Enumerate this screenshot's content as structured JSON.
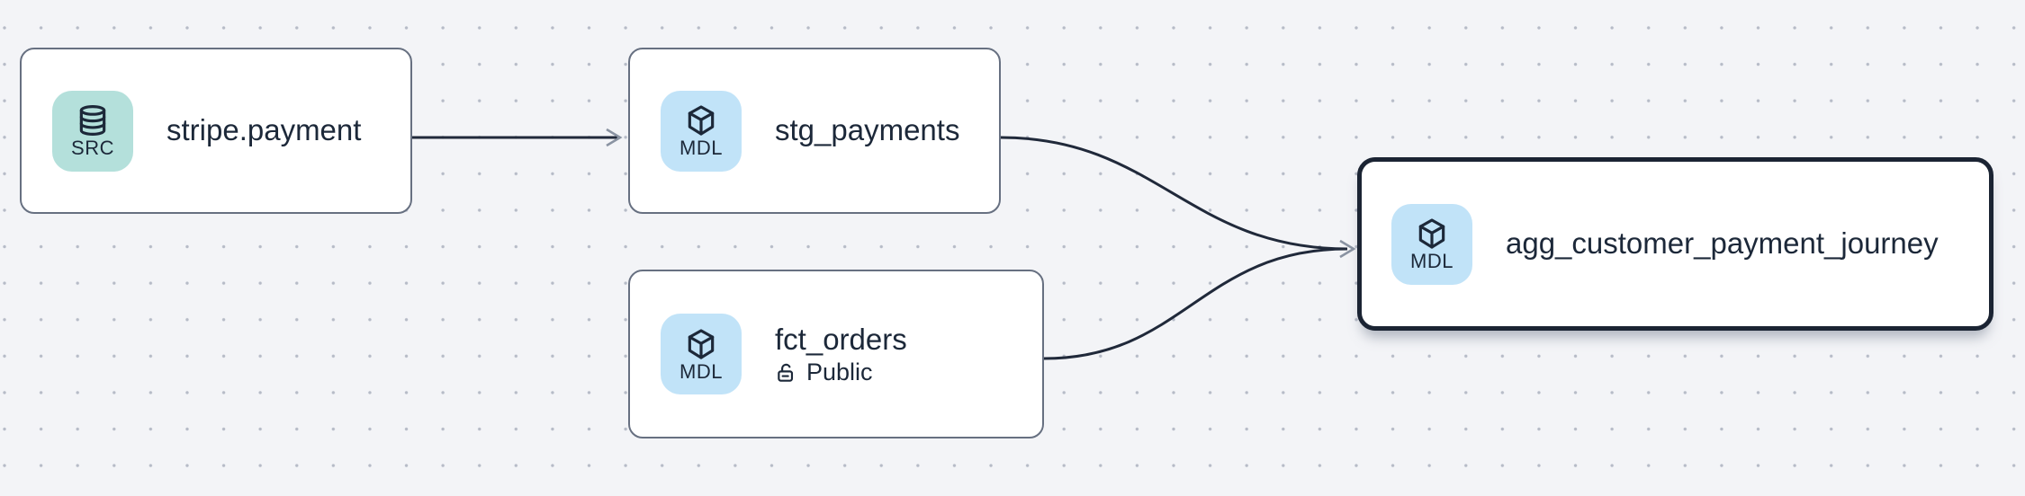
{
  "canvas": {
    "background": "#f3f4f7",
    "dot_color": "#b6bbc7"
  },
  "colors": {
    "node_border": "#677081",
    "selected_node_border": "#1b2433",
    "node_background": "#ffffff",
    "edge": "#20293a",
    "arrowhead": "#8a93a2",
    "text": "#1c2839",
    "src_badge_background": "#b4e0db",
    "mdl_badge_background": "#c1e3f8"
  },
  "nodes": {
    "stripe_payment": {
      "label": "stripe.payment",
      "badge": "SRC",
      "icon": "database-icon",
      "selected": false
    },
    "stg_payments": {
      "label": "stg_payments",
      "badge": "MDL",
      "icon": "cube-icon",
      "selected": false
    },
    "fct_orders": {
      "label": "fct_orders",
      "badge": "MDL",
      "icon": "cube-icon",
      "access": "Public",
      "access_icon": "lock-open-icon",
      "selected": false
    },
    "agg_customer_payment_journey": {
      "label": "agg_customer_payment_journey",
      "badge": "MDL",
      "icon": "cube-icon",
      "selected": true
    }
  },
  "edges": [
    {
      "from": "stripe_payment",
      "to": "stg_payments"
    },
    {
      "from": "stg_payments",
      "to": "agg_customer_payment_journey"
    },
    {
      "from": "fct_orders",
      "to": "agg_customer_payment_journey"
    }
  ]
}
